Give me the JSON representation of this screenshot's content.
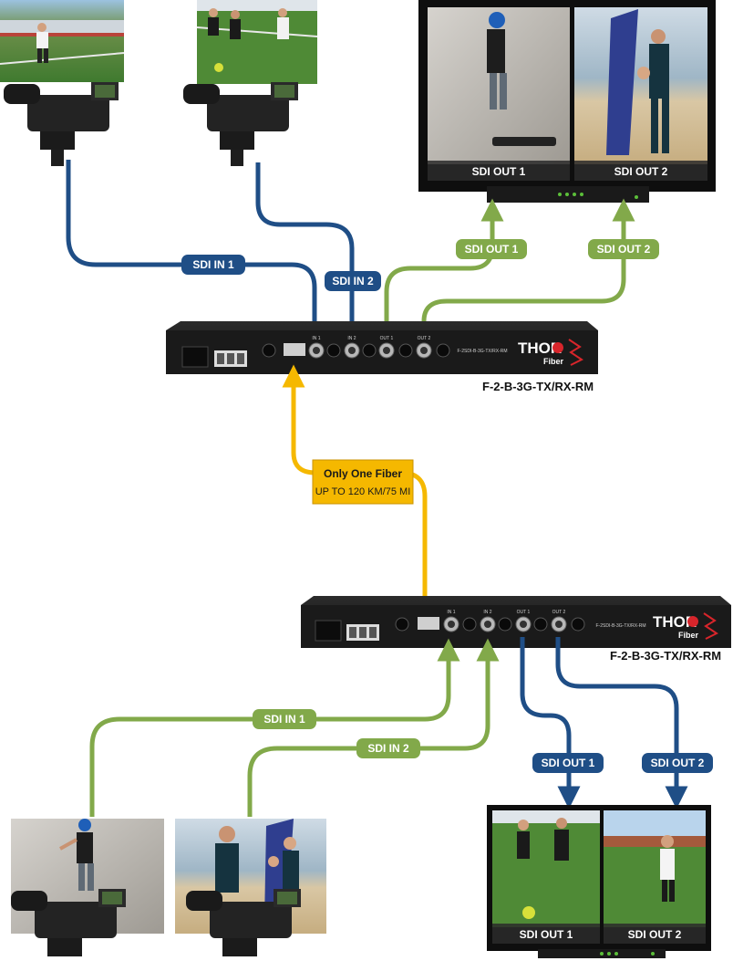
{
  "colors": {
    "blue_cable": "#1f4e86",
    "green_cable": "#82a94a",
    "fiber": "#f5b800",
    "device_body": "#1c1c1c",
    "brand_red": "#d8252b"
  },
  "top_unit": {
    "model": "F-2-B-3G-TX/RX-RM",
    "panel_text": "F-2SDI-B-3G-TX/RX-RM",
    "brand": "THOR",
    "brand_sub": "Fiber",
    "port_labels": [
      "IN 1",
      "IN 2",
      "OUT 1",
      "OUT 2"
    ]
  },
  "bottom_unit": {
    "model": "F-2-B-3G-TX/RX-RM",
    "panel_text": "F-2SDI-B-3G-TX/RX-RM",
    "brand": "THOR",
    "brand_sub": "Fiber",
    "port_labels": [
      "IN 1",
      "IN 2",
      "OUT 1",
      "OUT 2"
    ]
  },
  "top_monitor": {
    "left_label": "SDI OUT 1",
    "right_label": "SDI OUT 2"
  },
  "bottom_monitor": {
    "left_label": "SDI OUT 1",
    "right_label": "SDI OUT 2"
  },
  "cable_labels": {
    "top_sdi_in_1": "SDI IN 1",
    "top_sdi_in_2": "SDI IN 2",
    "top_sdi_out_1": "SDI OUT 1",
    "top_sdi_out_2": "SDI OUT 2",
    "bottom_sdi_in_1": "SDI IN 1",
    "bottom_sdi_in_2": "SDI IN 2",
    "bottom_sdi_out_1": "SDI OUT 1",
    "bottom_sdi_out_2": "SDI OUT 2"
  },
  "fiber_note": {
    "line1": "Only One Fiber",
    "line2": "UP TO 120 KM/75 MI"
  },
  "icons": {
    "camera": "video-camera-icon",
    "monitor": "monitor-icon",
    "brand": "thor-logo-icon"
  }
}
